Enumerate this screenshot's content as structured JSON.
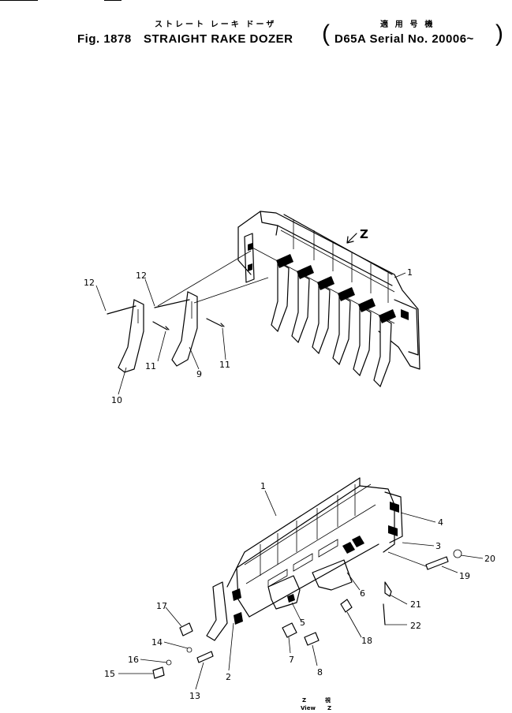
{
  "header": {
    "jp_title": "ストレート レーキ ドーザ",
    "jp_applicable": "適 用 号 機",
    "fig_label": "Fig. 1878",
    "title": "STRAIGHT RAKE DOZER",
    "serial": "D65A Serial No. 20006~",
    "paren_open": "(",
    "paren_close": ")"
  },
  "top_diagram": {
    "view_marker": "Z",
    "callouts": [
      {
        "id": "1",
        "label": "1"
      },
      {
        "id": "9",
        "label": "9"
      },
      {
        "id": "10",
        "label": "10"
      },
      {
        "id": "11a",
        "label": "11"
      },
      {
        "id": "11b",
        "label": "11"
      },
      {
        "id": "12a",
        "label": "12"
      },
      {
        "id": "12b",
        "label": "12"
      }
    ]
  },
  "bottom_diagram": {
    "callouts": [
      {
        "id": "1",
        "label": "1"
      },
      {
        "id": "2",
        "label": "2"
      },
      {
        "id": "3",
        "label": "3"
      },
      {
        "id": "4",
        "label": "4"
      },
      {
        "id": "5",
        "label": "5"
      },
      {
        "id": "6",
        "label": "6"
      },
      {
        "id": "7",
        "label": "7"
      },
      {
        "id": "8",
        "label": "8"
      },
      {
        "id": "13",
        "label": "13"
      },
      {
        "id": "14",
        "label": "14"
      },
      {
        "id": "15",
        "label": "15"
      },
      {
        "id": "16",
        "label": "16"
      },
      {
        "id": "17",
        "label": "17"
      },
      {
        "id": "18",
        "label": "18"
      },
      {
        "id": "19",
        "label": "19"
      },
      {
        "id": "20",
        "label": "20"
      },
      {
        "id": "21",
        "label": "21"
      },
      {
        "id": "22",
        "label": "22"
      }
    ],
    "view_label_z": "Z",
    "view_label_jp": "視",
    "view_label_en": "View",
    "view_label_z2": "Z"
  }
}
